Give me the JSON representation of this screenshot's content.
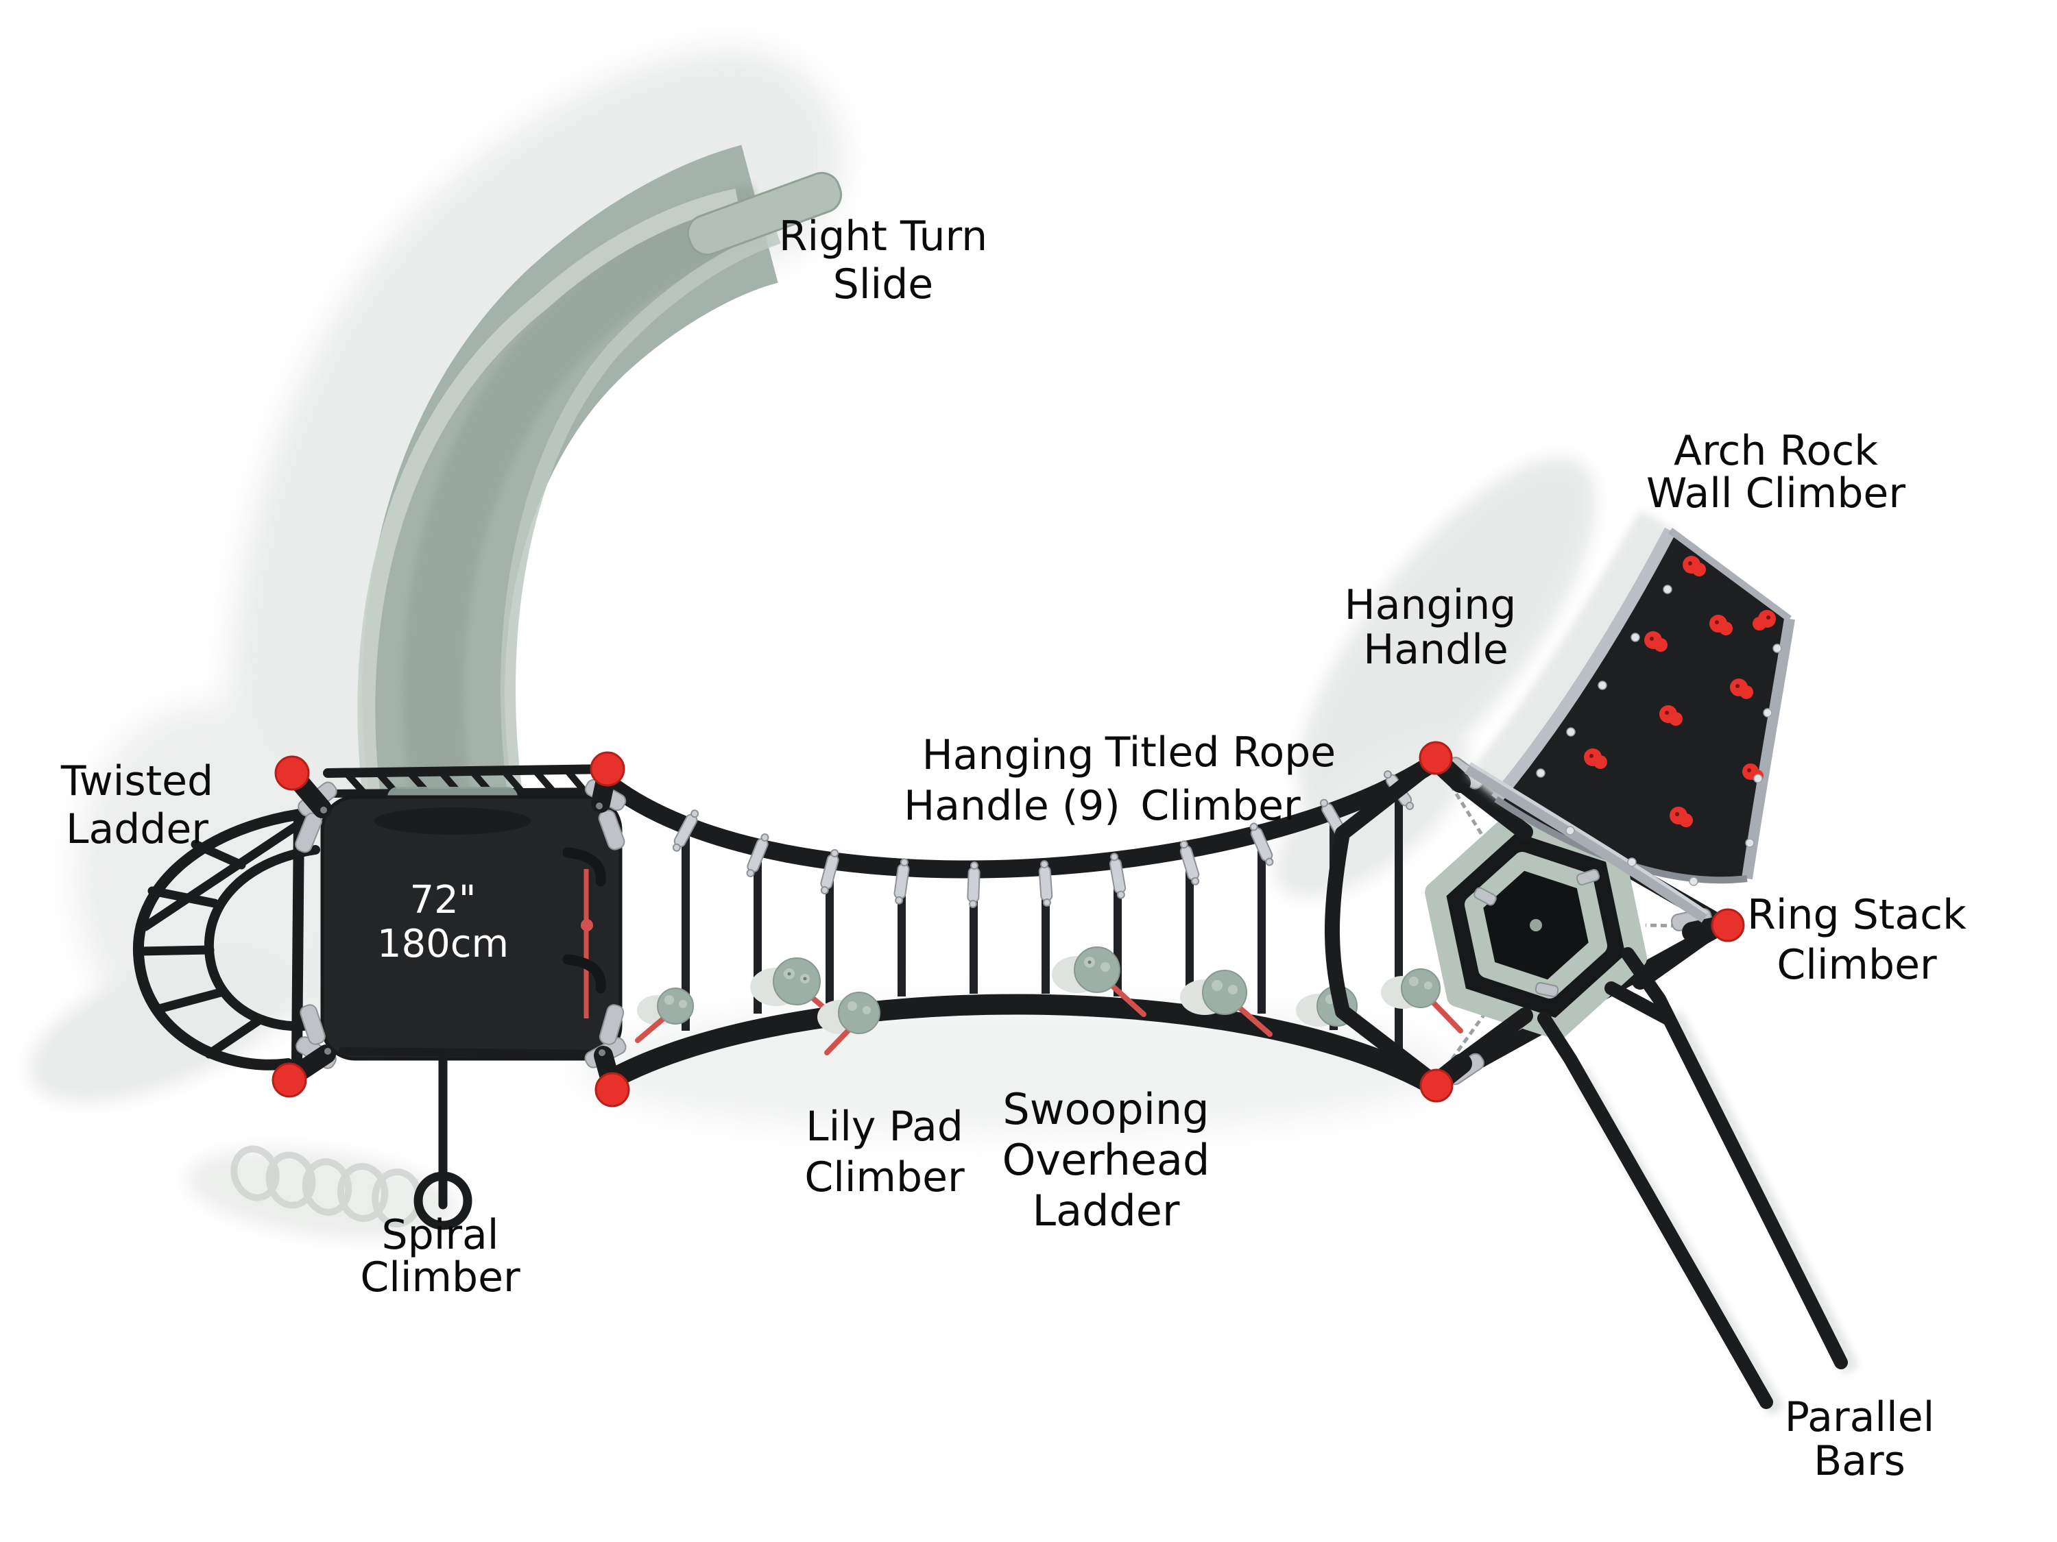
{
  "title": "Playground play structure — top view component diagram",
  "colors": {
    "red": "#e8312b",
    "red_dark": "#b32019",
    "sage": "#9fafa7",
    "sage_light": "#c6d1ca",
    "sage_edge": "#bcc9c2",
    "sage_dark": "#8a9b92",
    "deck": "#232527",
    "tube": "#1b1c1e",
    "hardware": "#bfc3c7",
    "clamp": "#cdd1d5",
    "ring_sage": "#b7c4bc",
    "pad_sage": "#9db0a7",
    "pad_bump": "#b9c7c0",
    "rope": "#d2514c",
    "wall": "#1d1f21",
    "wall_rim": "#a7adb2",
    "bolt": "#e2e5e7",
    "shadow": "#e7eae8",
    "label": "#0b0b0b",
    "deck_label": "#ffffff"
  },
  "labels": {
    "right_turn_slide": {
      "line1": "Right Turn",
      "line2": "Slide"
    },
    "twisted_ladder": {
      "line1": "Twisted",
      "line2": "Ladder"
    },
    "hanging_handle_9": {
      "line1": "Hanging",
      "line2": "Handle (9)"
    },
    "titled_rope_climber": {
      "line1": "Titled Rope",
      "line2": "Climber"
    },
    "hanging_handle": {
      "line1": "Hanging",
      "line2": "Handle"
    },
    "arch_rock_wall_climber": {
      "line1": "Arch Rock",
      "line2": "Wall Climber"
    },
    "ring_stack_climber": {
      "line1": "Ring Stack",
      "line2": "Climber"
    },
    "lily_pad_climber": {
      "line1": "Lily Pad",
      "line2": "Climber"
    },
    "swooping_overhead_ladder": {
      "line1": "Swooping",
      "line2": "Overhead",
      "line3": "Ladder"
    },
    "spiral_climber": {
      "line1": "Spiral",
      "line2": "Climber"
    },
    "parallel_bars": {
      "line1": "Parallel",
      "line2": "Bars"
    }
  },
  "platform": {
    "size_line1": "72\"",
    "size_line2": "180cm"
  }
}
